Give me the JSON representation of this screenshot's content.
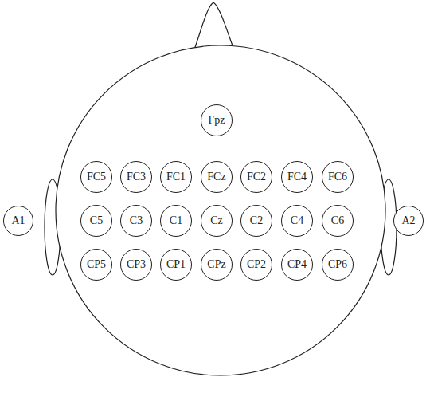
{
  "diagram": {
    "nodes": [
      {
        "text": [
          "Fpz"
        ]
      },
      {
        "text": [
          "FC5"
        ]
      },
      {
        "text": [
          "FC3"
        ]
      },
      {
        "text": [
          "FC1"
        ]
      },
      {
        "text": [
          "FCz"
        ]
      },
      {
        "text": [
          "FC2"
        ]
      },
      {
        "text": [
          "FC4"
        ]
      },
      {
        "text": [
          "FC6"
        ]
      },
      {
        "text": [
          "A1"
        ]
      },
      {
        "text": [
          "C5"
        ]
      },
      {
        "text": [
          "C3"
        ]
      },
      {
        "text": [
          "C1"
        ]
      },
      {
        "text": [
          "Cz"
        ]
      },
      {
        "text": [
          "C2"
        ]
      },
      {
        "text": [
          "C4"
        ]
      },
      {
        "text": [
          "C6"
        ]
      },
      {
        "text": [
          "A2"
        ]
      },
      {
        "text": [
          "CP5"
        ]
      },
      {
        "text": [
          "CP3"
        ]
      },
      {
        "text": [
          "CP1"
        ]
      },
      {
        "text": [
          "CPz"
        ]
      },
      {
        "text": [
          "CP2"
        ]
      },
      {
        "text": [
          "CP4"
        ]
      },
      {
        "text": [
          "CP6"
        ]
      }
    ]
  }
}
